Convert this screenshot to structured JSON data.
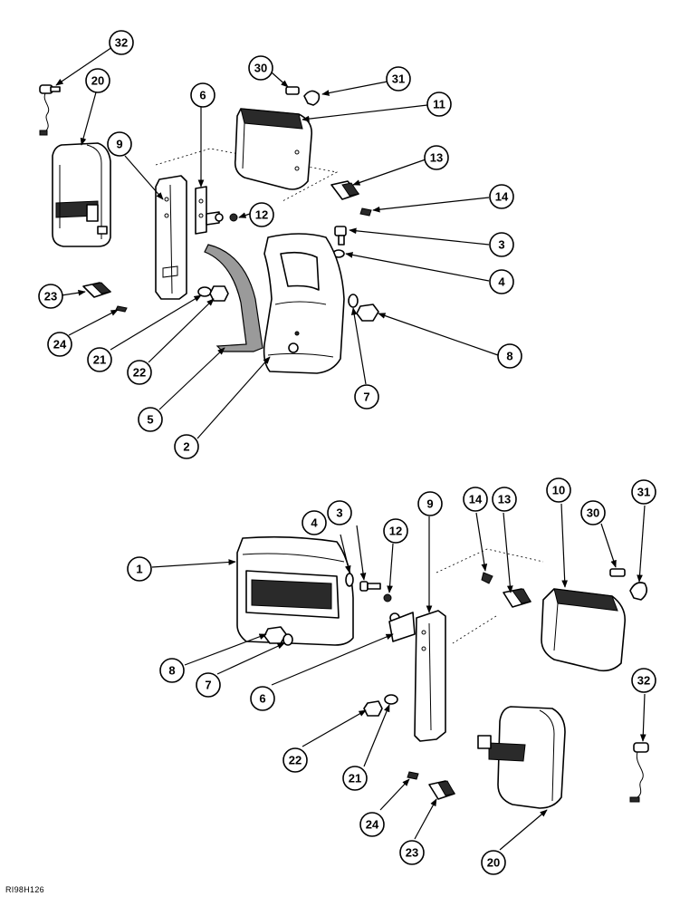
{
  "figure_ref": "RI98H126",
  "callouts": {
    "top": [
      "32",
      "20",
      "30",
      "31",
      "6",
      "11",
      "9",
      "13",
      "12",
      "14",
      "3",
      "4",
      "23",
      "8",
      "24",
      "21",
      "22",
      "7",
      "5",
      "2"
    ],
    "bottom": [
      "9",
      "14",
      "13",
      "10",
      "30",
      "31",
      "4",
      "3",
      "12",
      "1",
      "32",
      "8",
      "7",
      "6",
      "22",
      "21",
      "24",
      "23",
      "20"
    ]
  }
}
